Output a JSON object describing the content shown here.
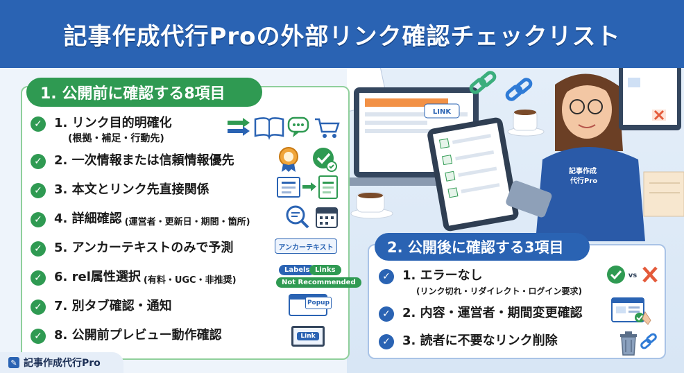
{
  "header": {
    "title": "記事作成代行Proの外部リンク確認チェックリスト"
  },
  "left": {
    "heading": "1. 公開前に確認する8項目",
    "items": [
      {
        "label": "1. リンク目的明確化",
        "sub": "(根拠・補足・行動先)"
      },
      {
        "label": "2. 一次情報または信頼情報優先",
        "sub": ""
      },
      {
        "label": "3. 本文とリンク先直接関係",
        "sub": ""
      },
      {
        "label": "4. 詳細確認",
        "sub": "(運営者・更新日・期間・箇所)"
      },
      {
        "label": "5. アンカーテキストのみで予測",
        "sub": ""
      },
      {
        "label": "6. rel属性選択",
        "sub": "(有料・UGC・非推奨)"
      },
      {
        "label": "7. 別タブ確認・通知",
        "sub": ""
      },
      {
        "label": "8. 公開前プレビュー動作確認",
        "sub": ""
      }
    ],
    "anchor_sample": "アンカーテキスト",
    "rel_tags": [
      "Labels",
      "Links",
      "Not Recommended"
    ],
    "popup_label": "Popup",
    "link_label": "Link"
  },
  "right": {
    "heading": "2. 公開後に確認する3項目",
    "items": [
      {
        "label": "1. エラーなし",
        "sub": "(リンク切れ・リダイレクト・ログイン要求)"
      },
      {
        "label": "2. 内容・運営者・期間変更確認",
        "sub": ""
      },
      {
        "label": "3. 読者に不要なリンク削除",
        "sub": ""
      }
    ],
    "vs_label": "vs"
  },
  "scene": {
    "laptop_link_label": "LINK",
    "shirt_text_1": "記事作成",
    "shirt_text_2": "代行Pro"
  },
  "footer": {
    "brand": "記事作成代行Pro"
  },
  "colors": {
    "header": "#2a63b3",
    "green": "#2f9a52",
    "blue": "#2a63b3"
  }
}
